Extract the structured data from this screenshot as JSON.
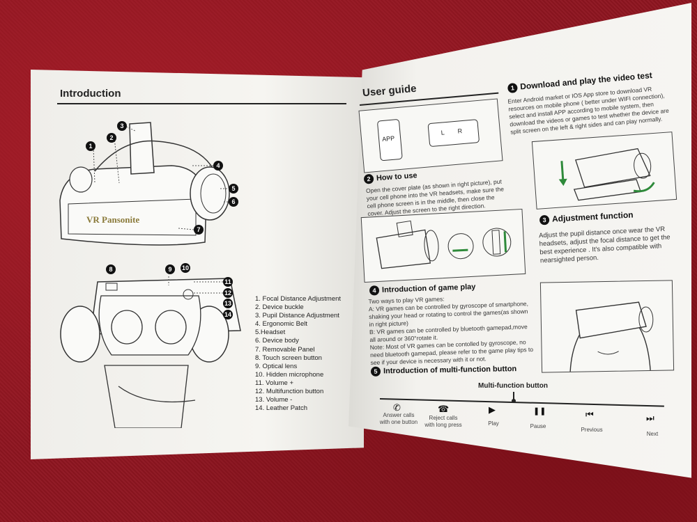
{
  "left_page": {
    "title": "Introduction",
    "brand_logo": "VR Pansonite",
    "parts": [
      "1. Focal Distance Adjustment",
      "2. Device buckle",
      "3. Pupil Distance Adjustment",
      "4. Ergonomic Belt",
      "5.Headset",
      "6. Device body",
      "7. Removable Panel",
      "8. Touch screen button",
      "9. Optical lens",
      "10. Hidden microphone",
      "11. Volume +",
      "12. Multifunction button",
      "13. Volume -",
      "14. Leather Patch"
    ]
  },
  "right_page": {
    "title": "User guide",
    "step1": {
      "num": "1",
      "title": "Download and play the video test",
      "text": "Enter Android market or IOS App store to download VR resources on mobile phone  ( better under WIFI connection), select and install APP according to mobile system, then download the videos or games to test whether the device are split screen on the left & right sides and can play normally."
    },
    "step1_img": {
      "app": "APP",
      "l": "L",
      "r": "R"
    },
    "step2": {
      "num": "2",
      "title": "How to use",
      "text": "Open the cover plate (as shown in right picture), put your cell phone into the VR headsets, make sure the cell phone screen is in the middle, then close the cover. Adjust the screen to the right direction."
    },
    "step3": {
      "num": "3",
      "title": "Adjustment function",
      "text": "Adjust the pupil distance once wear the VR headsets, adjust the focal distance to get the best experience . It's also compatible with nearsighted person."
    },
    "step4": {
      "num": "4",
      "title": "Introduction of game play",
      "text": "Two ways to play VR games:\nA: VR games can be controlled by gyroscope of smartphone, shaking your head or rotating to control the games(as shown in right picture)\nB: VR games can be controlled by bluetooth gamepad,move all around or 360°rotate it.\nNote: Most of VR games can be contolled by gyroscope, no need bluetooth gamepad, please refer to the game play tips to see if your device is necessary with it or not."
    },
    "step5": {
      "num": "5",
      "title": "Introduction of multi-function button"
    },
    "mf_label": "Multi-function button",
    "controls": [
      {
        "icon": "phone-icon",
        "glyph": "✆",
        "label": "Answer calls\nwith one button"
      },
      {
        "icon": "hangup-icon",
        "glyph": "☎",
        "label": "Reject calls\nwith long press"
      },
      {
        "icon": "play-icon",
        "glyph": "▶",
        "label": "Play"
      },
      {
        "icon": "pause-icon",
        "glyph": "❚❚",
        "label": "Pause"
      },
      {
        "icon": "previous-icon",
        "glyph": "⏮",
        "label": "Previous"
      },
      {
        "icon": "next-icon",
        "glyph": "⏭",
        "label": "Next"
      }
    ]
  }
}
